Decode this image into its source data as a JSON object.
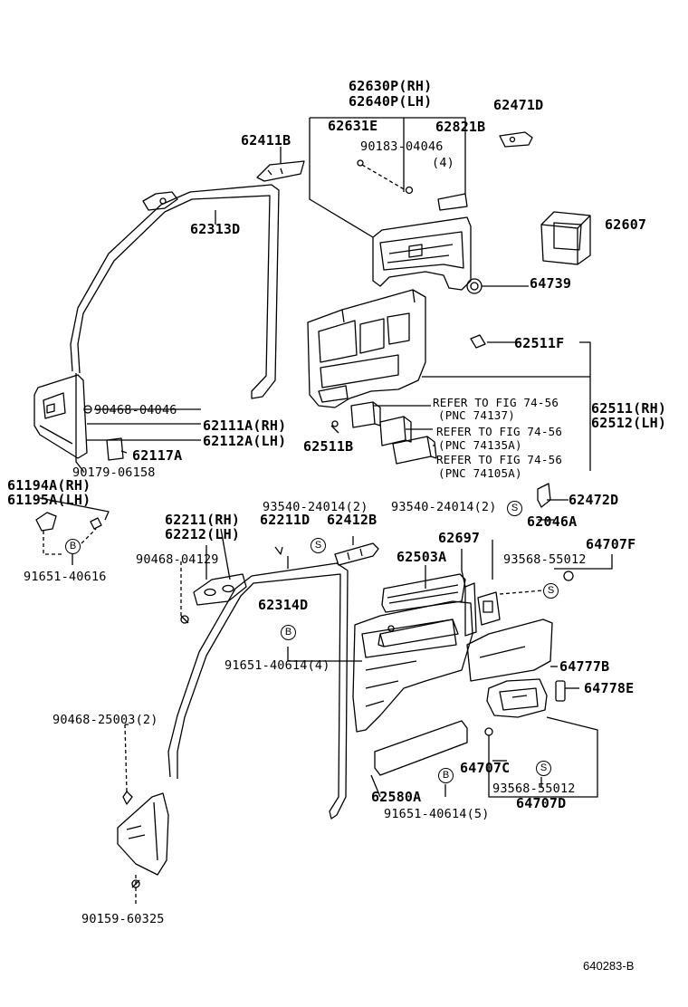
{
  "labels": {
    "p62630p": "62630P(RH)",
    "p62640p": "62640P(LH)",
    "p62471d": "62471D",
    "p62631e": "62631E",
    "p62821b": "62821B",
    "p62411b": "62411B",
    "p90183": "90183-04046",
    "p90183_qty": "(4)",
    "p62607": "62607",
    "p62313d": "62313D",
    "p64739": "64739",
    "p62511f": "62511F",
    "p90468_04046": "90468-04046",
    "p62111a": "62111A(RH)",
    "p62112a": "62112A(LH)",
    "p62511b": "62511B",
    "p62511rh": "62511(RH)",
    "p62512lh": "62512(LH)",
    "p62117a": "62117A",
    "p90179": "90179-06158",
    "p61194a": "61194A(RH)",
    "p61195a": "61195A(LH)",
    "p93540_a": "93540-24014(2)",
    "p93540_b": "93540-24014(2)",
    "p62472d": "62472D",
    "p62211rh": "62211(RH)",
    "p62212lh": "62212(LH)",
    "p62211d": "62211D",
    "p62412b": "62412B",
    "p62697": "62697",
    "p62046a": "62046A",
    "p64707f": "64707F",
    "p90468_04129": "90468-04129",
    "p62503a": "62503A",
    "p93568_a": "93568-55012",
    "p91651_40616": "91651-40616",
    "p62314d": "62314D",
    "p91651_40614_4": "91651-40614(4)",
    "p64777b": "64777B",
    "p64778e": "64778E",
    "p90468_25003": "90468-25003(2)",
    "p64707c": "64707C",
    "p93568_b": "93568-55012",
    "p62580a": "62580A",
    "p64707d": "64707D",
    "p91651_40614_5": "91651-40614(5)",
    "p90159": "90159-60325"
  },
  "references": {
    "ref1": "REFER TO FIG  74-56",
    "ref1_pnc": "(PNC 74137)",
    "ref2": "REFER TO FIG  74-56",
    "ref2_pnc": "(PNC 74135A)",
    "ref3": "REFER TO FIG  74-56",
    "ref3_pnc": "(PNC 74105A)"
  },
  "badges": {
    "bolt": "B",
    "screw": "S"
  },
  "figure_code": "640283-B"
}
